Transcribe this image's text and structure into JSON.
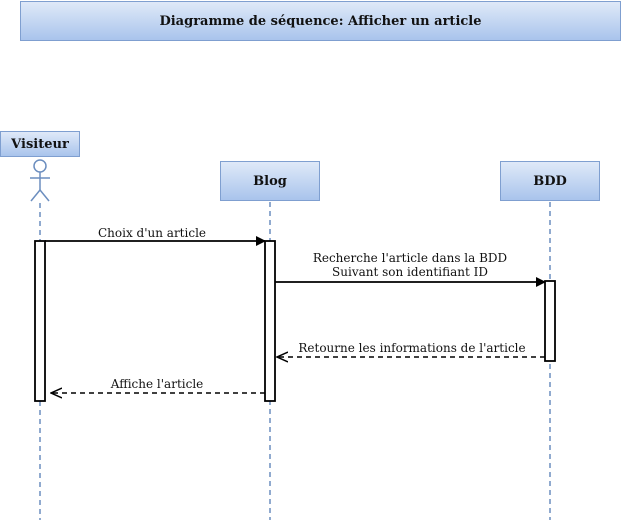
{
  "title": "Diagramme de séquence: Afficher un article",
  "participants": {
    "visitor": "Visiteur",
    "blog": "Blog",
    "bdd": "BDD"
  },
  "messages": {
    "m1": "Choix d'un article",
    "m2_line1": "Recherche l'article dans la BDD",
    "m2_line2": "Suivant son identifiant ID",
    "m3": "Retourne les informations de l'article",
    "m4": "Affiche l'article"
  },
  "colors": {
    "box_border": "#7f9fd0",
    "box_fill_top": "#dfe9f8",
    "box_fill_bottom": "#a9c4ec",
    "lifeline": "#6c8ebf",
    "actor_stroke": "#6c8ebf"
  }
}
